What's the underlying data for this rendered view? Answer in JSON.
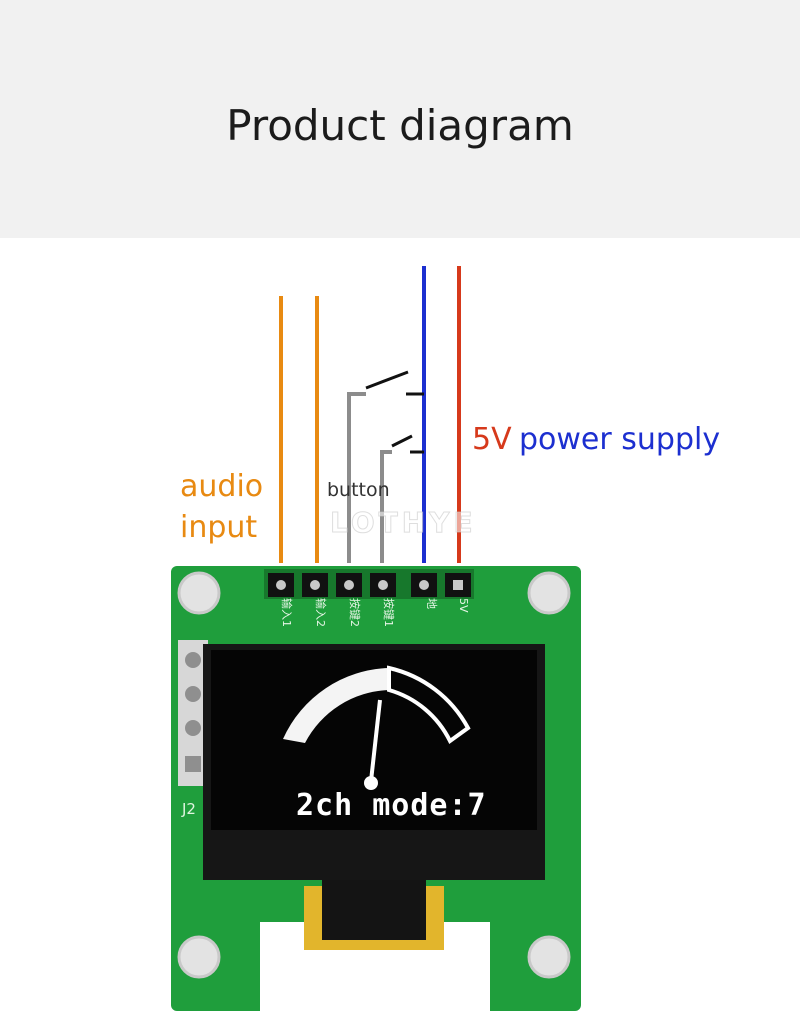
{
  "header": {
    "title": "Product diagram"
  },
  "labels": {
    "audio_line1": "audio",
    "audio_line2": "input",
    "button": "button",
    "voltage": "5V",
    "power": "power supply",
    "watermark": "LOTHYE"
  },
  "pcb": {
    "pin_labels": [
      "输入1",
      "输入2",
      "按键2",
      "按键1",
      "地",
      "5V"
    ],
    "silkscreen_j": "J2"
  },
  "oled": {
    "text": "2ch mode:7"
  },
  "colors": {
    "audio": "#e88a12",
    "button_wire": "#8c8c8c",
    "ground_wire": "#1c2fd0",
    "power_wire": "#d6391b",
    "pcb": "#1f9e3c",
    "header_band": "#f1f1f1"
  }
}
